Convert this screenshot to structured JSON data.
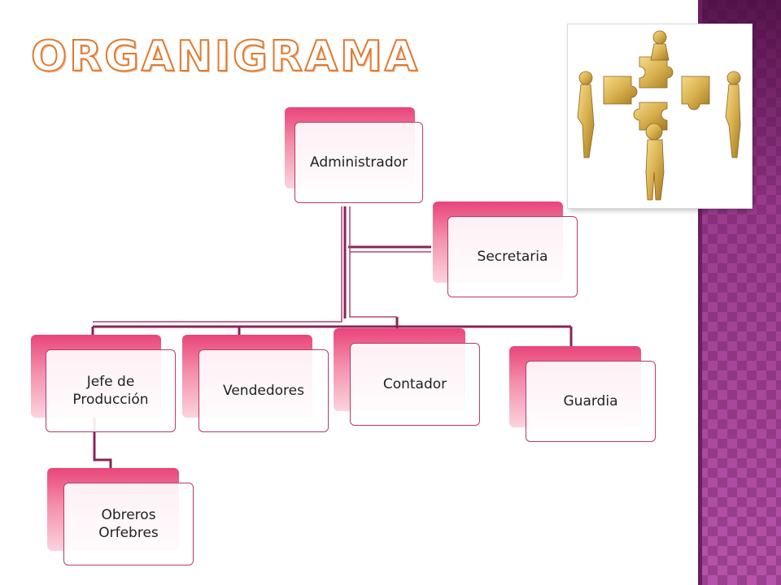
{
  "title": "Organigrama",
  "colors": {
    "accent": "#e07a2e",
    "node_fill_top": "#e8457a",
    "node_fill_bottom": "#fbd3de",
    "node_border": "#b83a6c",
    "connector": "#8a2456",
    "side_band": "#b454a6"
  },
  "image": {
    "icon": "teamwork-puzzle-figures-icon"
  },
  "chart_data": {
    "type": "org-chart",
    "nodes": [
      {
        "id": "admin",
        "label": "Administrador",
        "parent": null
      },
      {
        "id": "secretaria",
        "label": "Secretaria",
        "parent": "admin",
        "role": "assistant"
      },
      {
        "id": "jefe",
        "label": "Jefe de Producción",
        "parent": "admin"
      },
      {
        "id": "vendedores",
        "label": "Vendedores",
        "parent": "admin"
      },
      {
        "id": "contador",
        "label": "Contador",
        "parent": "admin"
      },
      {
        "id": "guardia",
        "label": "Guardia",
        "parent": "admin"
      },
      {
        "id": "obreros",
        "label": "Obreros Orfebres",
        "parent": "jefe"
      }
    ]
  }
}
